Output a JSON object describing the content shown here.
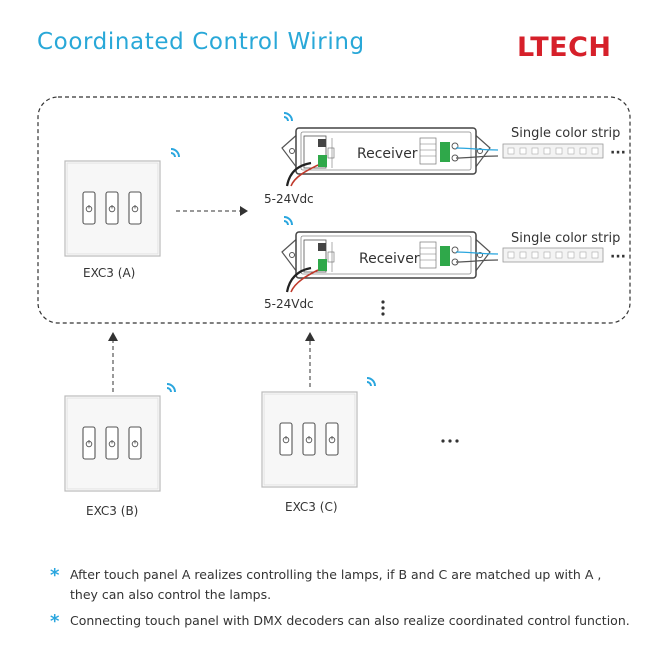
{
  "header": {
    "title": "Coordinated Control Wiring",
    "brand": "LTECH"
  },
  "panels": {
    "a": "EXC3 (A)",
    "b": "EXC3 (B)",
    "c": "EXC3 (C)"
  },
  "receivers": [
    {
      "label": "Receiver",
      "power": "5-24Vdc",
      "strip": "Single color strip"
    },
    {
      "label": "Receiver",
      "power": "5-24Vdc",
      "strip": "Single color strip"
    }
  ],
  "notes": [
    {
      "line1": "After touch panel A realizes controlling the lamps, if B and C are matched up with A ,",
      "line2": "they can also control the lamps."
    },
    {
      "line1": "Connecting touch panel with DMX decoders can also realize coordinated control function."
    }
  ],
  "colors": {
    "title": "#29a8d8",
    "brand": "#d6202a",
    "wireless": "#2aa6de",
    "terminal": "#2fa84a"
  },
  "icons": [
    "wireless-icon",
    "power-icon",
    "vertical-ellipsis-icon",
    "horizontal-ellipsis-icon",
    "asterisk-icon"
  ]
}
